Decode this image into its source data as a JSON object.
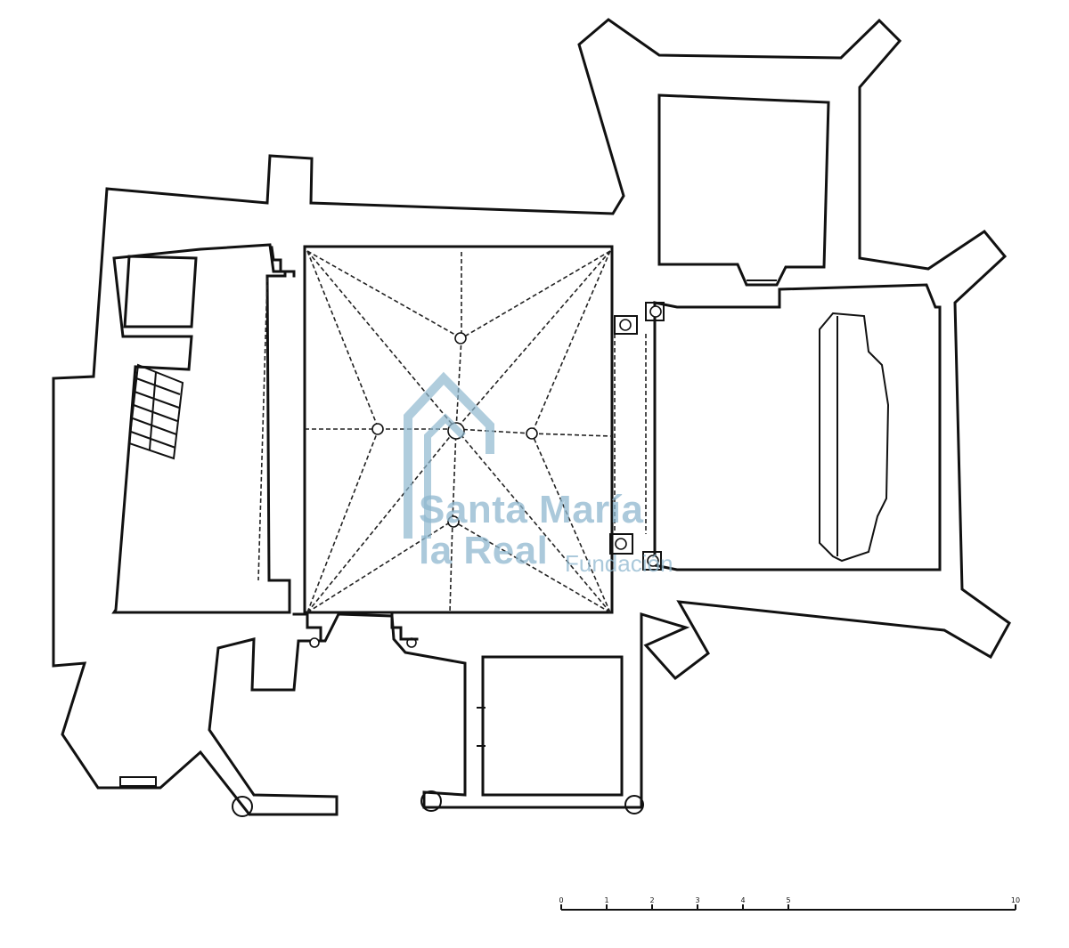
{
  "watermark": {
    "line1": "Santa María",
    "line2": "la Real",
    "subtitle": "Fundación",
    "color": "#8fb8cf"
  },
  "scale_bar": {
    "labels": [
      "0",
      "1",
      "2",
      "3",
      "4",
      "5",
      "10"
    ],
    "values": [
      0,
      1,
      2,
      3,
      4,
      5,
      10
    ]
  },
  "colors": {
    "ink": "#111111",
    "paper": "#ffffff"
  }
}
